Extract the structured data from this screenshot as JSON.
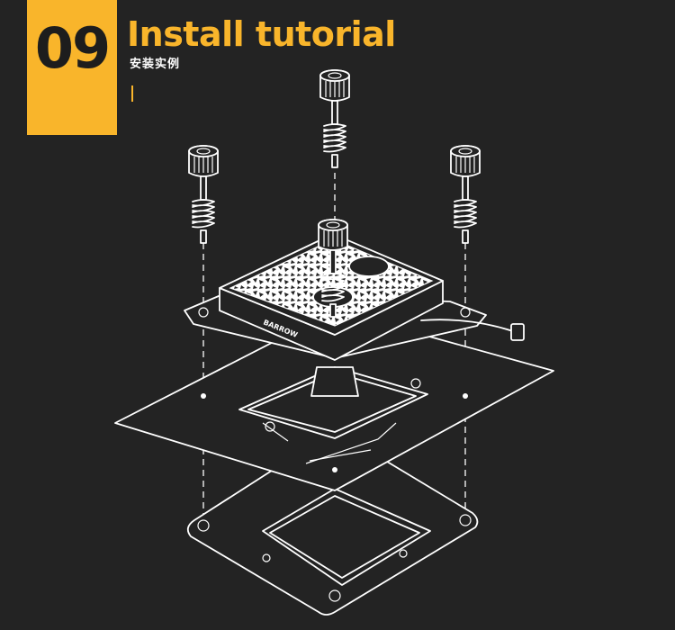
{
  "header": {
    "step_number": "09",
    "title": "Install tutorial",
    "subtitle": "安装实例"
  },
  "colors": {
    "background": "#232323",
    "accent": "#f9b52b",
    "line": "#ffffff"
  },
  "diagram": {
    "block_brand": "BARROW"
  }
}
